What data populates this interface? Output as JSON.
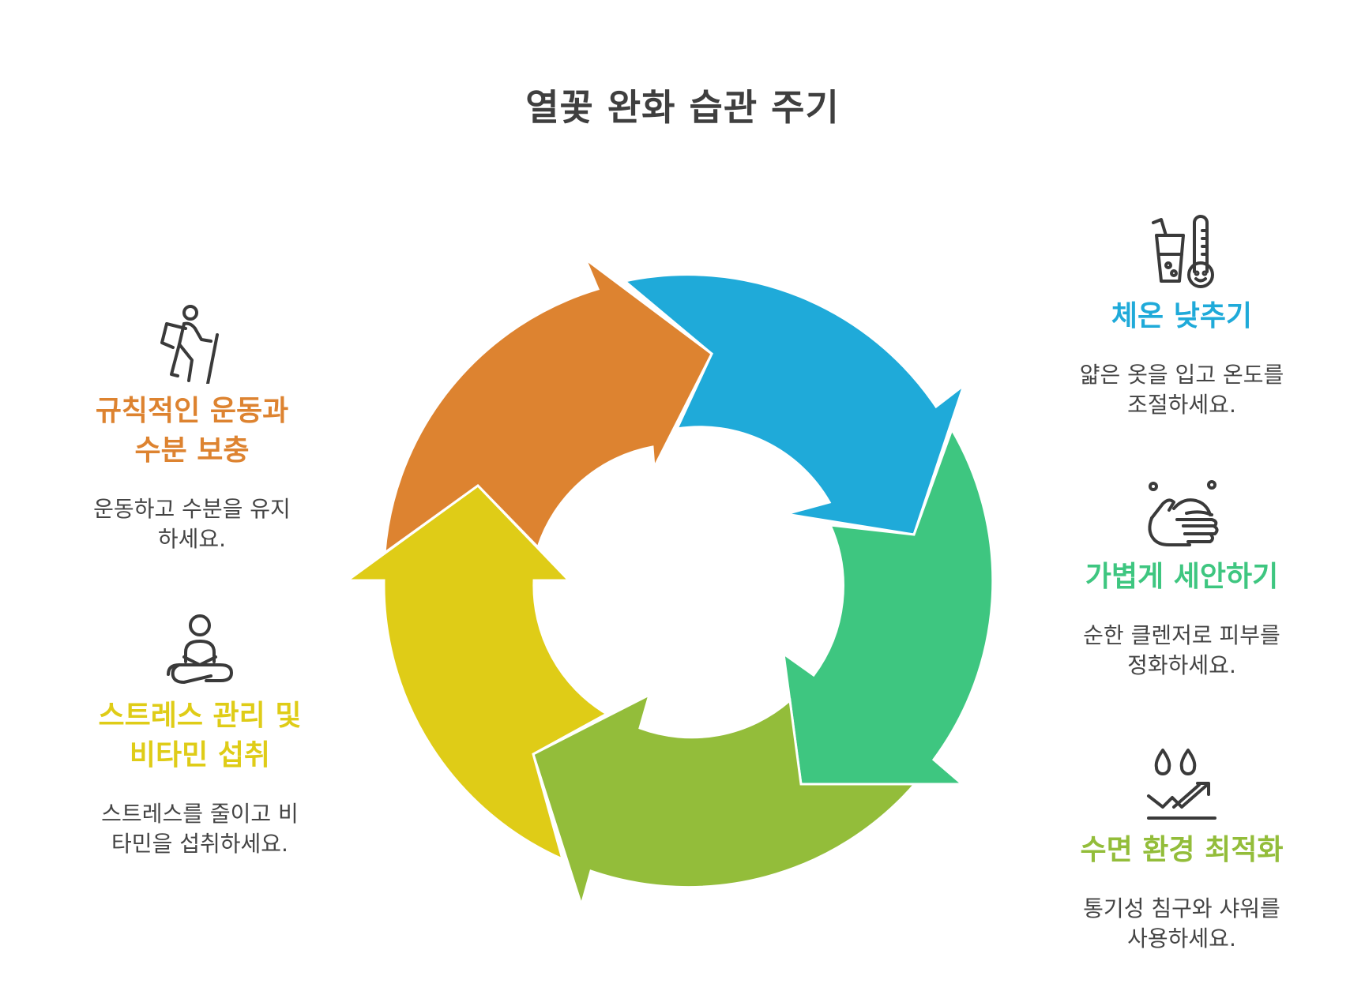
{
  "title": "열꽃 완화 습관 주기",
  "colors": {
    "blue": "#1faad9",
    "green": "#3ec680",
    "lime": "#93bd3a",
    "yellow": "#dfcc17",
    "orange": "#dd8330",
    "icon": "#3a3a3a"
  },
  "steps": [
    {
      "id": "cool-body",
      "heading": "체온 낮추기",
      "desc": [
        "얇은 옷을 입고 온도를",
        "조절하세요."
      ],
      "icon": "thermometer-drink-icon",
      "color": "#1faad9"
    },
    {
      "id": "gentle-wash",
      "heading": "가볍게 세안하기",
      "desc": [
        "순한 클렌저로 피부를",
        "정화하세요."
      ],
      "icon": "hand-washing-icon",
      "color": "#3ec680"
    },
    {
      "id": "sleep-env",
      "heading": "수면 환경 최적화",
      "desc": [
        "통기성 침구와 샤워를",
        "사용하세요."
      ],
      "icon": "water-drops-rising-icon",
      "color": "#93bd3a"
    },
    {
      "id": "stress-vitamin",
      "heading": [
        "스트레스 관리 및",
        "비타민 섭취"
      ],
      "desc": [
        "스트레스를 줄이고 비",
        "타민을 섭취하세요."
      ],
      "icon": "meditation-person-icon",
      "color": "#dfcc17"
    },
    {
      "id": "exercise-hydration",
      "heading": [
        "규칙적인 운동과",
        "수분 보충"
      ],
      "desc": [
        "운동하고 수분을 유지",
        "하세요."
      ],
      "icon": "hiker-icon",
      "color": "#dd8330"
    }
  ]
}
